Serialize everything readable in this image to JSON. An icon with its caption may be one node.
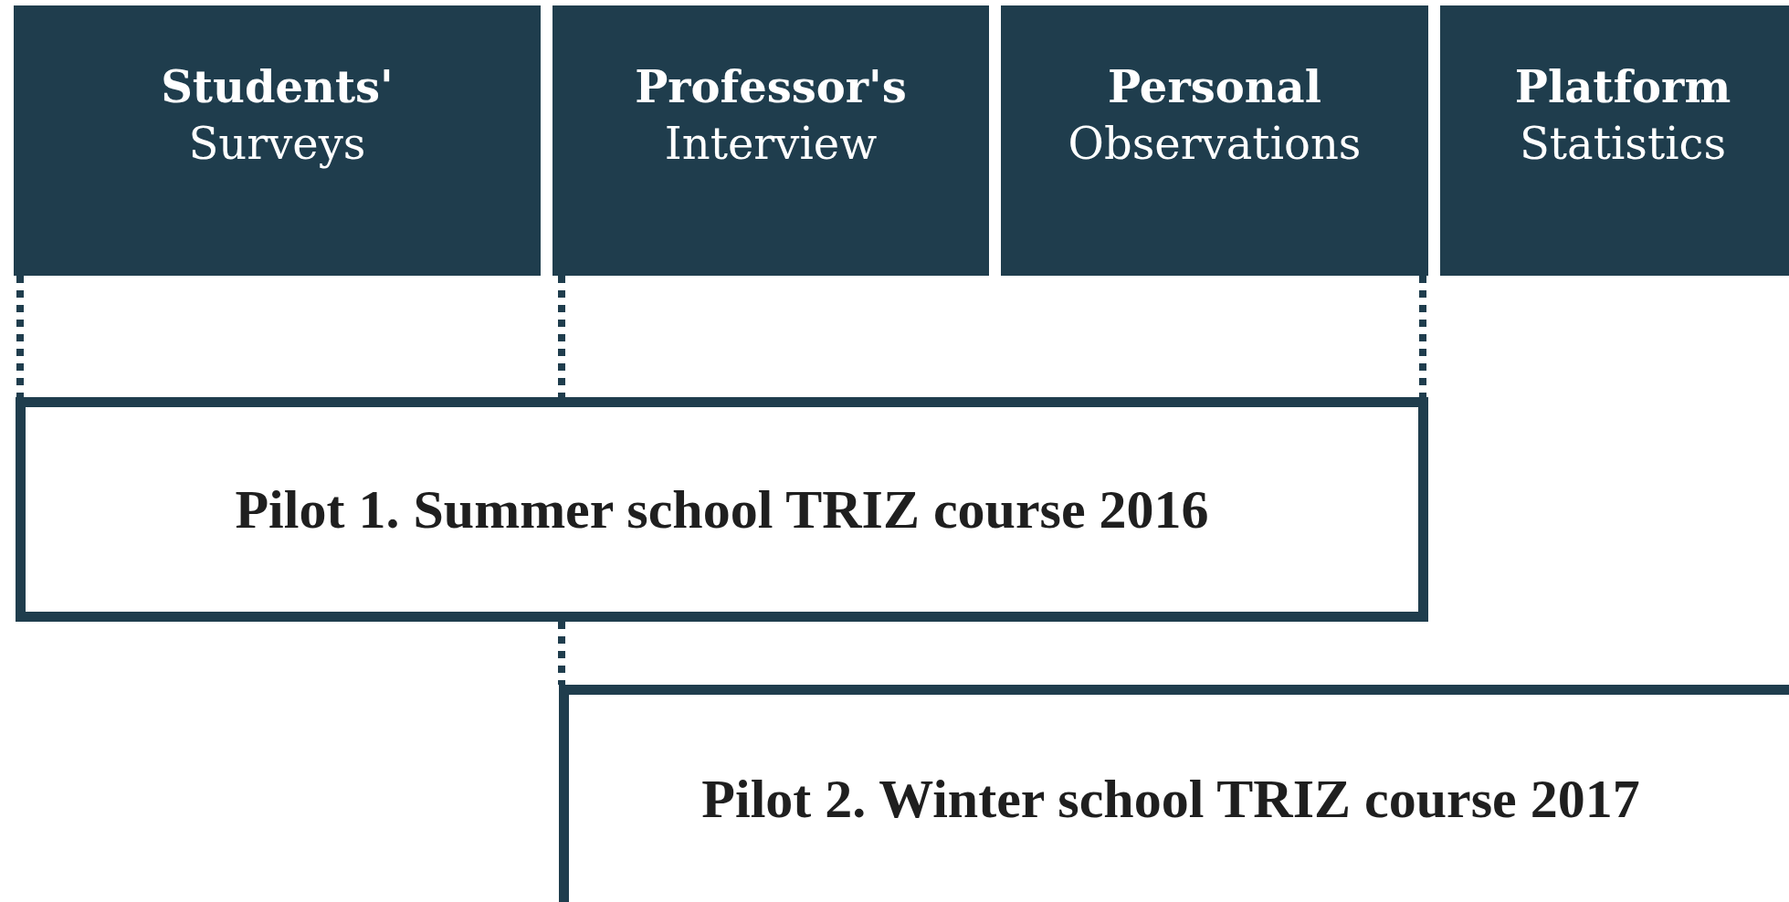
{
  "diagram": {
    "nodes": [
      {
        "text": [
          "Students'",
          "Surveys"
        ]
      },
      {
        "text": [
          "Professor's",
          "Interview"
        ]
      },
      {
        "text": [
          "Personal",
          "Observations"
        ]
      },
      {
        "text": [
          "Platform",
          "Statistics"
        ]
      },
      {
        "text": [
          "Pilot 1. Summer school TRIZ course 2016"
        ]
      },
      {
        "text": [
          "Pilot 2. Winter school TRIZ course 2017"
        ]
      }
    ],
    "edges": [
      {
        "from": 0,
        "to": 4,
        "arrow": "none",
        "style": "dashed"
      },
      {
        "from": 1,
        "to": 4,
        "arrow": "none",
        "style": "dashed"
      },
      {
        "from": 2,
        "to": 4,
        "arrow": "none",
        "style": "dashed"
      },
      {
        "from": 4,
        "to": 5,
        "arrow": "none",
        "style": "dashed"
      }
    ]
  }
}
